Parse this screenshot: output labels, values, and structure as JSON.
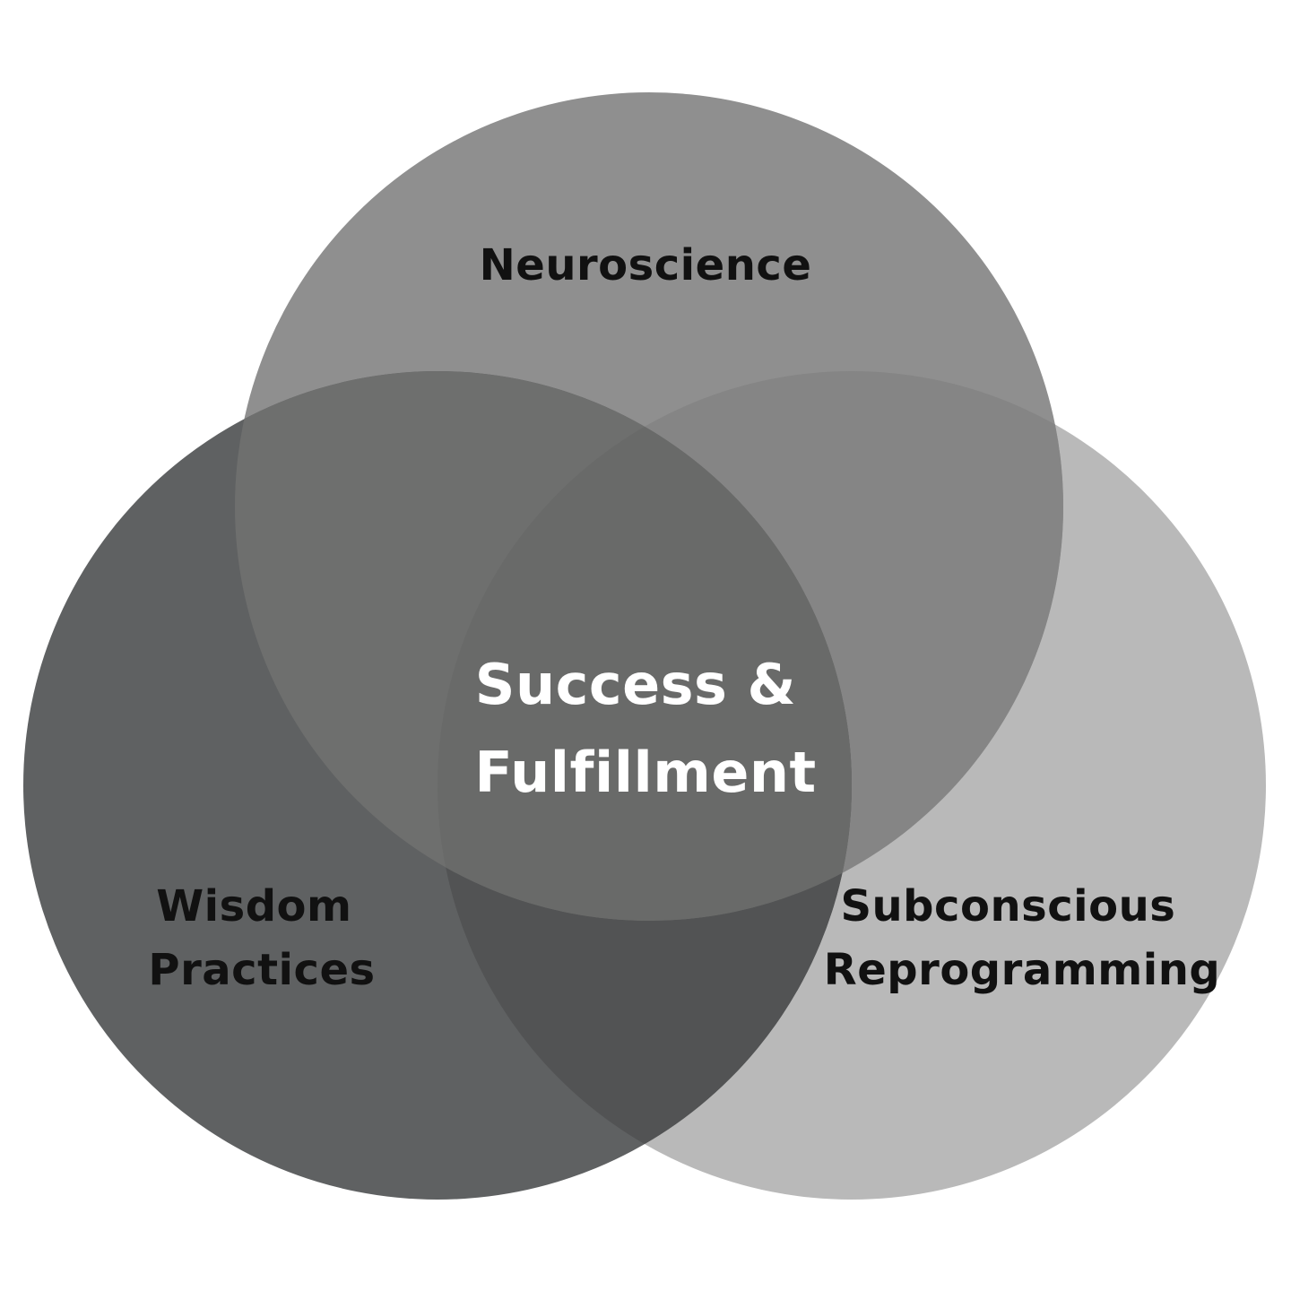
{
  "diagram": {
    "type": "venn-3",
    "circles": [
      {
        "id": "neuroscience",
        "label_lines": [
          "Neuroscience"
        ],
        "color": "#8f8f8f"
      },
      {
        "id": "wisdom",
        "label_lines": [
          "Wisdom",
          "Practices"
        ],
        "color": "#5f6162"
      },
      {
        "id": "subconscious",
        "label_lines": [
          "Subconscious",
          "Reprogramming"
        ],
        "color": "#b9b9b9"
      }
    ],
    "center": {
      "label_lines": [
        "Success &",
        "Fulfillment"
      ]
    },
    "colors": {
      "background": "#ffffff",
      "label_dark": "#111111",
      "label_light": "#ffffff",
      "neuro_wisdom": "#6e6f6e",
      "neuro_subconscious": "#858585",
      "wisdom_subconscious": "#525354",
      "center_region": "#696a69"
    }
  }
}
